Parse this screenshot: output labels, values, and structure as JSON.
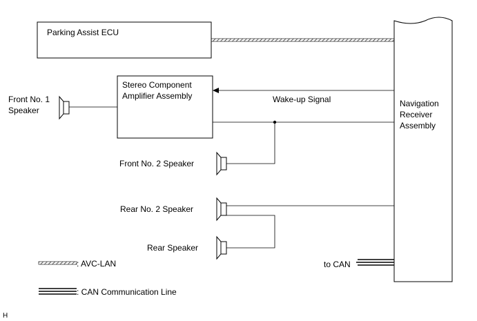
{
  "components": {
    "parking_assist_ecu": "Parking Assist ECU",
    "amplifier_line1": "Stereo Component",
    "amplifier_line2": "Amplifier Assembly",
    "navigation_line1": "Navigation",
    "navigation_line2": "Receiver",
    "navigation_line3": "Assembly"
  },
  "speakers": {
    "front_no1_line1": "Front No. 1",
    "front_no1_line2": "Speaker",
    "front_no2": "Front No. 2 Speaker",
    "rear_no2": "Rear No. 2 Speaker",
    "rear": "Rear Speaker"
  },
  "signals": {
    "wake_up": "Wake-up Signal",
    "to_can": "to CAN"
  },
  "legend": {
    "avc_lan": ": AVC-LAN",
    "can_line": ": CAN Communication Line"
  },
  "corner_mark": "H"
}
